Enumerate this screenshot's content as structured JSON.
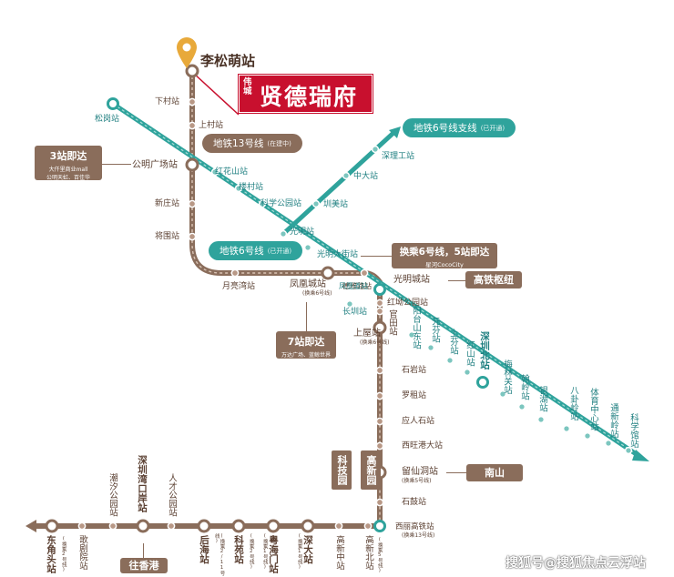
{
  "brand": {
    "small": "伟城",
    "name": "贤德瑞府",
    "accent": "#c8102e",
    "origin_station": "李松萌站"
  },
  "colors": {
    "line13": "#8a6d5b",
    "line6": "#2fa39c",
    "track_fill": "#b89886"
  },
  "line13": {
    "badge": "地铁13号线",
    "badge_note": "(在建中)",
    "stations": {
      "xiacun": "下村站",
      "shangcun": "上村站",
      "gongming": "公明广场站",
      "xinzhuang": "新庄站",
      "jiangtou": "将围站",
      "yueliangwan": "月亮湾站",
      "fenghuangcheng": "凤凰城站",
      "fenghuangcheng_note": "(换乘6号线)",
      "deyalu": "德雅路站",
      "guangmingcheng": "光明城站",
      "hongjinggongyuan": "红坳公园站",
      "guantian": "官田站",
      "shangwu": "上屋站",
      "shangwu_note": "(换乘6号线)",
      "shiyan": "石岩站",
      "luozu": "罗租站",
      "yingrenshi": "应人石站",
      "xiwanggangda": "西旺港大站",
      "liuxiandong": "留仙洞站",
      "liuxiandong_note": "(换乘5号线)",
      "shigu": "石鼓站",
      "xilihongtie": "西丽高铁站",
      "xilihongtie_note": "(换乘13号线)"
    }
  },
  "line6": {
    "badge": "地铁6号线",
    "badge_note": "(已开通)",
    "branch_badge": "地铁6号线支线",
    "branch_badge_note": "(已开通)",
    "stations": {
      "songgang": "松岗站",
      "honghuashan": "红花山站",
      "loucun": "楼村站",
      "kexuegongyuan": "科学公园站",
      "guangming": "光明站",
      "guangmingdajie": "光明大街站",
      "fenghuangdao": "凤凰道站",
      "changzhen": "长圳站",
      "yangtaishandong": "阳台山东站",
      "yuanfen": "元芬站",
      "shangfen": "上芬站",
      "hongshan": "红山站",
      "shenzhenbei": "深圳北站",
      "meilinguan": "梅林关站",
      "hanling": "翰岭站",
      "yinhu": "银湖站",
      "baguaaling": "八卦岭站",
      "tiyuzhongxin": "体育中心站",
      "tongxinling": "通新岭站",
      "kexueguan": "科学馆站"
    },
    "branch_stations": {
      "humei": "圳美站",
      "zhongda": "中大站",
      "shenligong": "深理工站"
    }
  },
  "bottom_line": {
    "stations": {
      "dongjiaotou": "东角头站",
      "dongjiaotou_note": "(换乘2号线)",
      "gewuyuan": "歌剧院站",
      "chaoxigongyuan": "潮汐公园站",
      "shenzhenwankouan": "深圳湾口岸站",
      "rencaigongyuan": "人才公园站",
      "houhai": "后海站",
      "houhai_note": "(换乘2/11号线)",
      "keyuan": "科苑站",
      "keyuan_note": "(换乘2号线)",
      "yuehaimen": "粤海门站",
      "yuehaimen_note": "(换乘1号线)",
      "shenda": "深大站",
      "shenda_note": "(换乘1号线)",
      "gaoxinzhong": "高新中站",
      "gaoxinbei": "高新北站",
      "gaoxinbei_note": "(换乘5号线)"
    }
  },
  "callouts": {
    "three_stops": "3站即达",
    "three_stops_sub1": "大仟里商业mall",
    "three_stops_sub2": "公明天虹、百佳华",
    "seven_stops": "7站即达",
    "seven_stops_sub": "万达广场、蓝鲸世界",
    "transfer_title": "换乘6号线，5站即达",
    "transfer_sub": "星河CocoCity",
    "high_speed_hub": "高铁枢纽",
    "nanshan": "南山",
    "keji": "科技园",
    "gaoxin": "高新园",
    "hong_kong": "往香港"
  },
  "watermark": "搜狐号@搜狐焦点云浮站"
}
